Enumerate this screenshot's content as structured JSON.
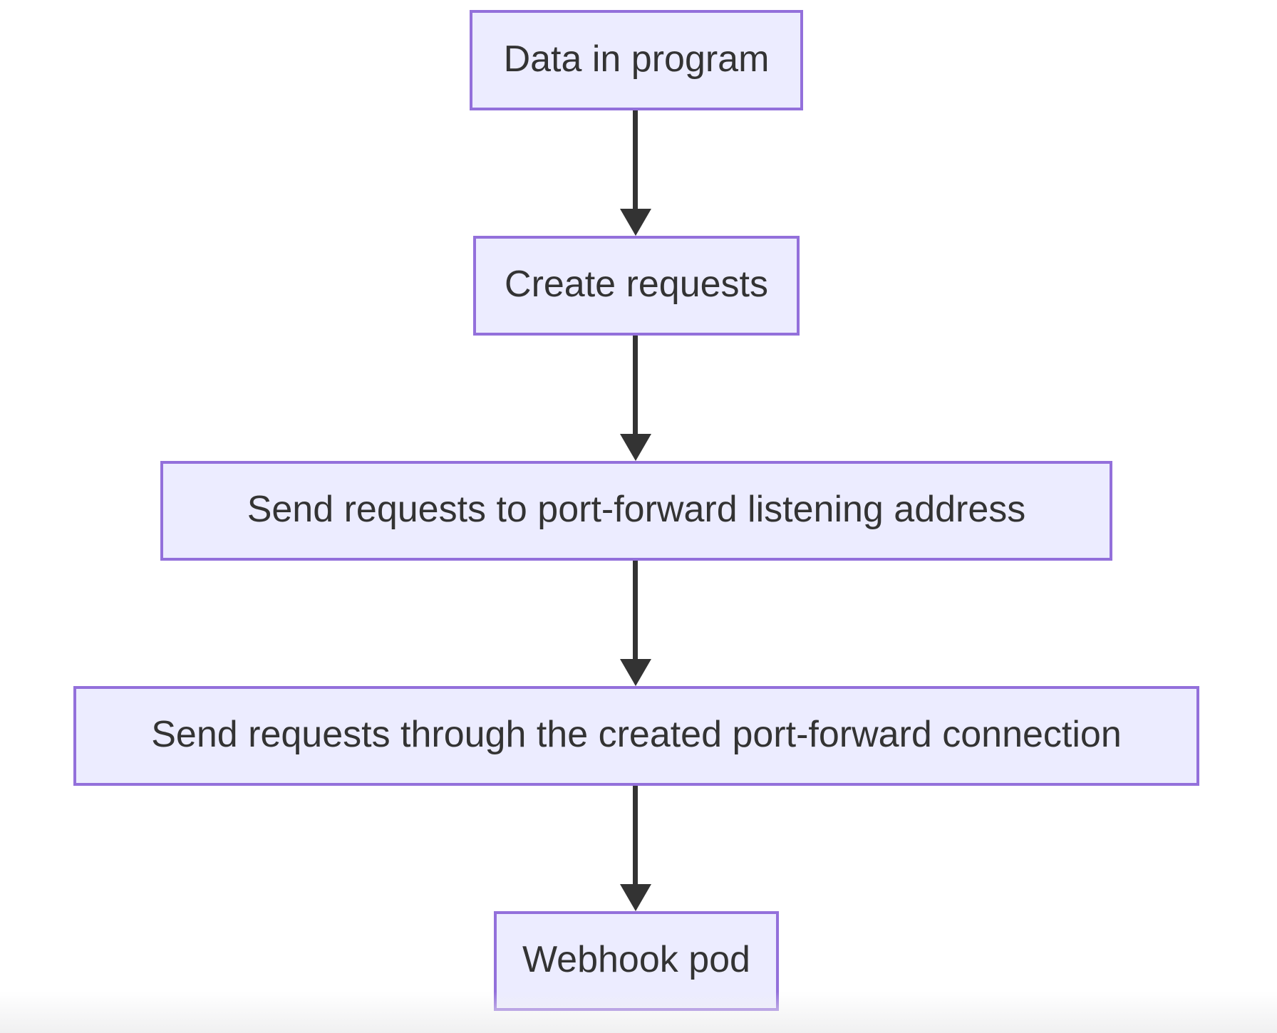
{
  "diagram": {
    "type": "flowchart",
    "direction": "top-down",
    "nodes": [
      {
        "id": "n1",
        "label": "Data in program"
      },
      {
        "id": "n2",
        "label": "Create requests"
      },
      {
        "id": "n3",
        "label": "Send requests to port-forward listening address"
      },
      {
        "id": "n4",
        "label": "Send requests through the created port-forward connection"
      },
      {
        "id": "n5",
        "label": "Webhook pod"
      }
    ],
    "edges": [
      {
        "from": "n1",
        "to": "n2",
        "style": "arrow-down"
      },
      {
        "from": "n2",
        "to": "n3",
        "style": "arrow-down"
      },
      {
        "from": "n3",
        "to": "n4",
        "style": "arrow-down"
      },
      {
        "from": "n4",
        "to": "n5",
        "style": "arrow-down"
      }
    ],
    "theme": {
      "node_fill": "#ECECFF",
      "node_border": "#9370DB",
      "text_color": "#333333",
      "arrow_color": "#333333",
      "background": "#FFFFFF"
    }
  }
}
